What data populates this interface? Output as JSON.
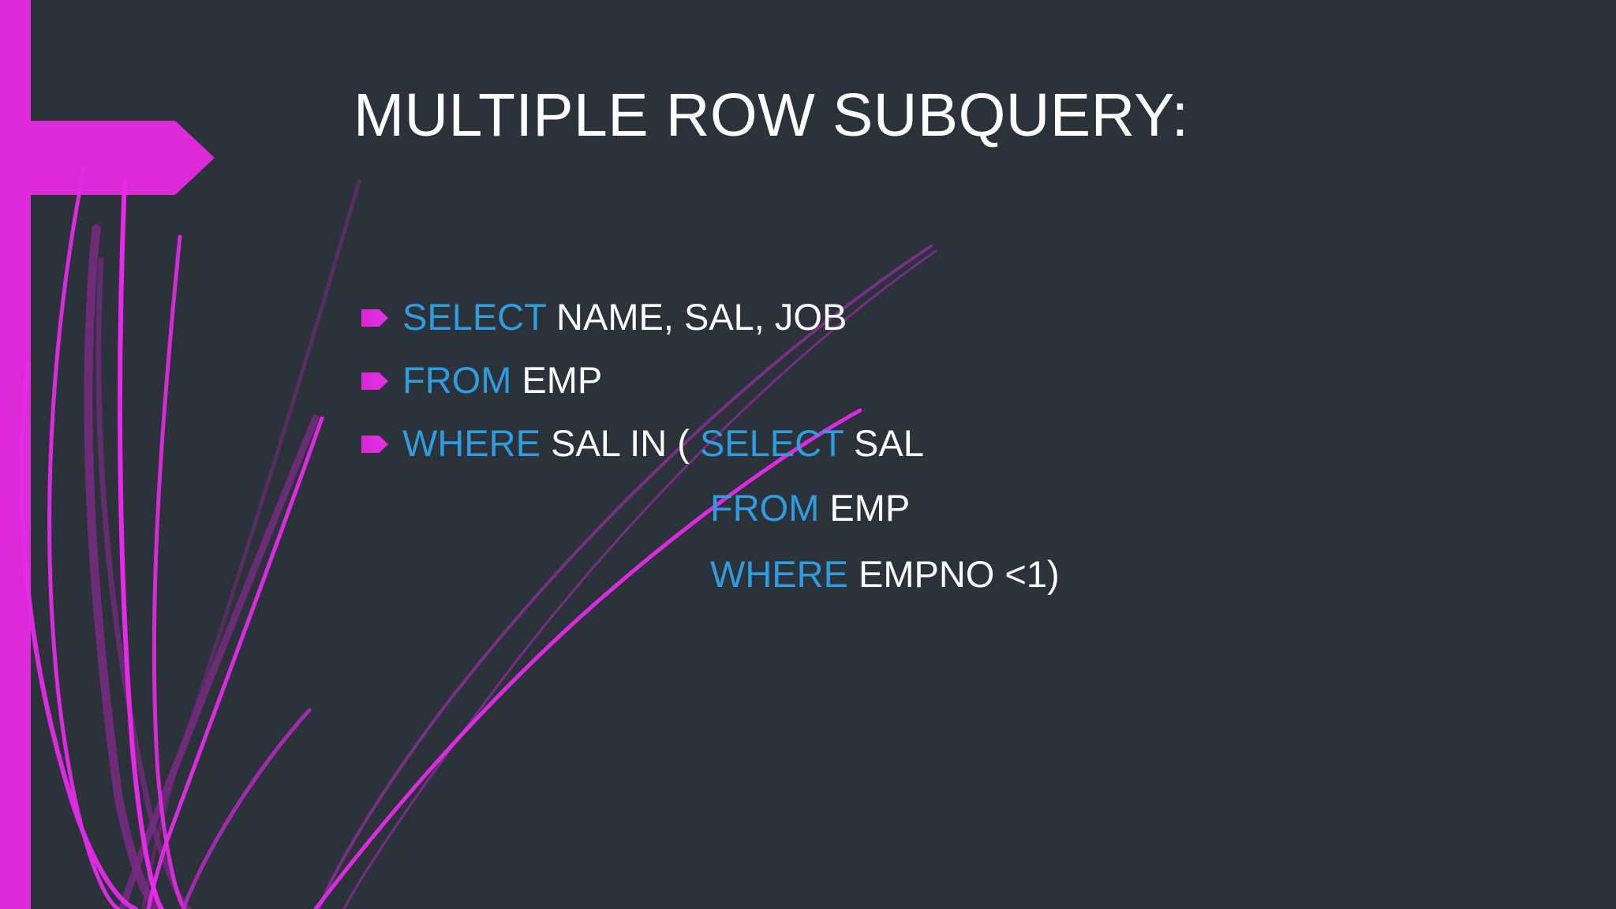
{
  "slide": {
    "background_color": "#2b323a",
    "accent_color": "#dd2ad8",
    "keyword_color": "#2e9cde",
    "text_color": "#ffffff",
    "title": "MULTIPLE ROW SUBQUERY:"
  },
  "content": {
    "lines": [
      {
        "bullet": true,
        "indent": false,
        "segments": [
          {
            "text": "SELECT",
            "style": "keyword"
          },
          {
            "text": " NAME, SAL, JOB",
            "style": "plain"
          }
        ]
      },
      {
        "bullet": true,
        "indent": false,
        "segments": [
          {
            "text": "FROM",
            "style": "keyword"
          },
          {
            "text": " EMP",
            "style": "plain"
          }
        ]
      },
      {
        "bullet": true,
        "indent": false,
        "segments": [
          {
            "text": "WHERE",
            "style": "keyword"
          },
          {
            "text": " SAL IN ( ",
            "style": "plain"
          },
          {
            "text": "SELECT",
            "style": "keyword"
          },
          {
            "text": " SAL",
            "style": "plain"
          }
        ]
      },
      {
        "bullet": false,
        "indent": true,
        "segments": [
          {
            "text": "FROM",
            "style": "keyword"
          },
          {
            "text": " EMP",
            "style": "plain"
          }
        ]
      },
      {
        "bullet": false,
        "indent": true,
        "segments": [
          {
            "text": "WHERE",
            "style": "keyword"
          },
          {
            "text": " EMPNO <1)",
            "style": "plain"
          }
        ]
      }
    ]
  },
  "decoration": {
    "left_bar_label": "left-accent-bar",
    "arrow_label": "title-accent-arrow",
    "blades_label": "decorative-grass-blades"
  }
}
